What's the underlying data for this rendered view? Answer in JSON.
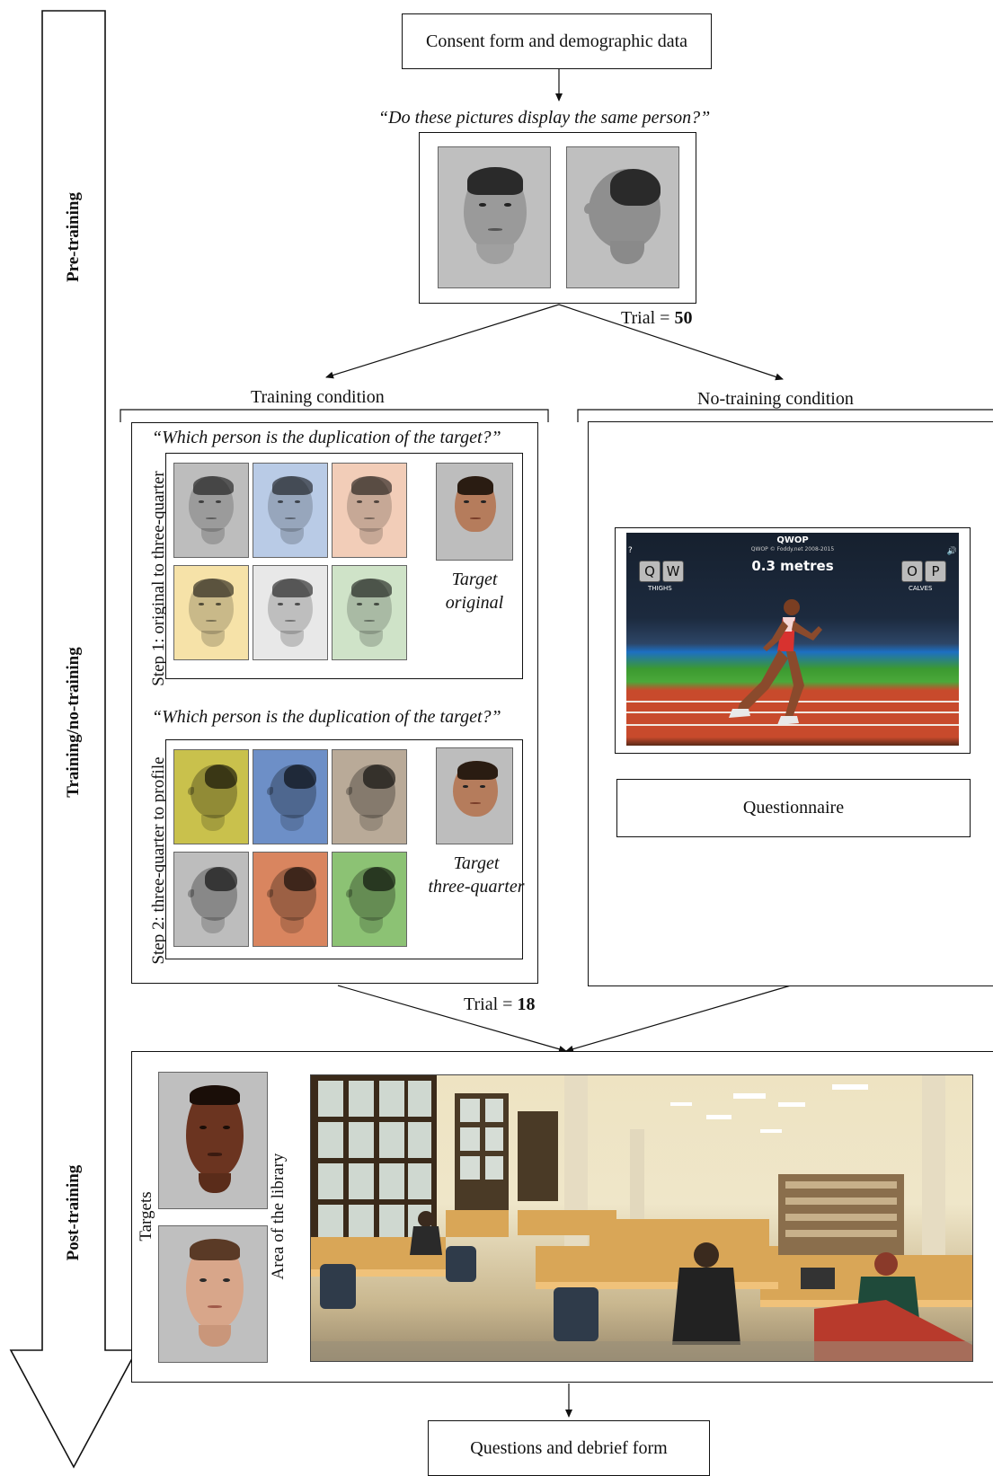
{
  "phases": {
    "pre": "Pre-training",
    "training": "Training/no-training",
    "post": "Post-training"
  },
  "consent": "Consent form and demographic data",
  "pretraining_question": "“Do these pictures display the same person?”",
  "trial1": {
    "prefix": "Trial = ",
    "value": "50"
  },
  "training_condition": "Training condition",
  "notraining_condition": "No-training condition",
  "question_training": "“Which person is the duplication of the target?”",
  "step1": "Step 1: original to three-quarter",
  "step2": "Step 2: three-quarter to profile",
  "target_original": [
    "Target",
    "original"
  ],
  "target_threequarter": [
    "Target",
    "three-quarter"
  ],
  "game": {
    "title": "QWOP",
    "subtitle": "QWOP    © Foddy.net 2008-2015",
    "distance": "0.3 metres",
    "keys_left": [
      "Q",
      "W"
    ],
    "keys_right": [
      "O",
      "P"
    ],
    "label_left": "THIGHS",
    "label_right": "CALVES",
    "help": "?",
    "sound": "🔊"
  },
  "questionnaire": "Questionnaire",
  "trial2": {
    "prefix": "Trial = ",
    "value": "18"
  },
  "targets_label": "Targets",
  "library_label": "Area of the library",
  "debrief": "Questions and debrief form",
  "colors": {
    "step1_tints": [
      "#bdbdbd",
      "#b9cbe6",
      "#f2cdb8",
      "#f6e2a8",
      "#e8e8e8",
      "#cfe3c8"
    ],
    "step2_tints": [
      "#c9c14c",
      "#6d8fc7",
      "#b9aa98",
      "#bdbdbd",
      "#d9855f",
      "#8cc274"
    ],
    "track_red": "#c84a2c",
    "grass": "#3c9a30",
    "sky_top": "#1b2a3f",
    "sky_band": "#1565b8"
  }
}
